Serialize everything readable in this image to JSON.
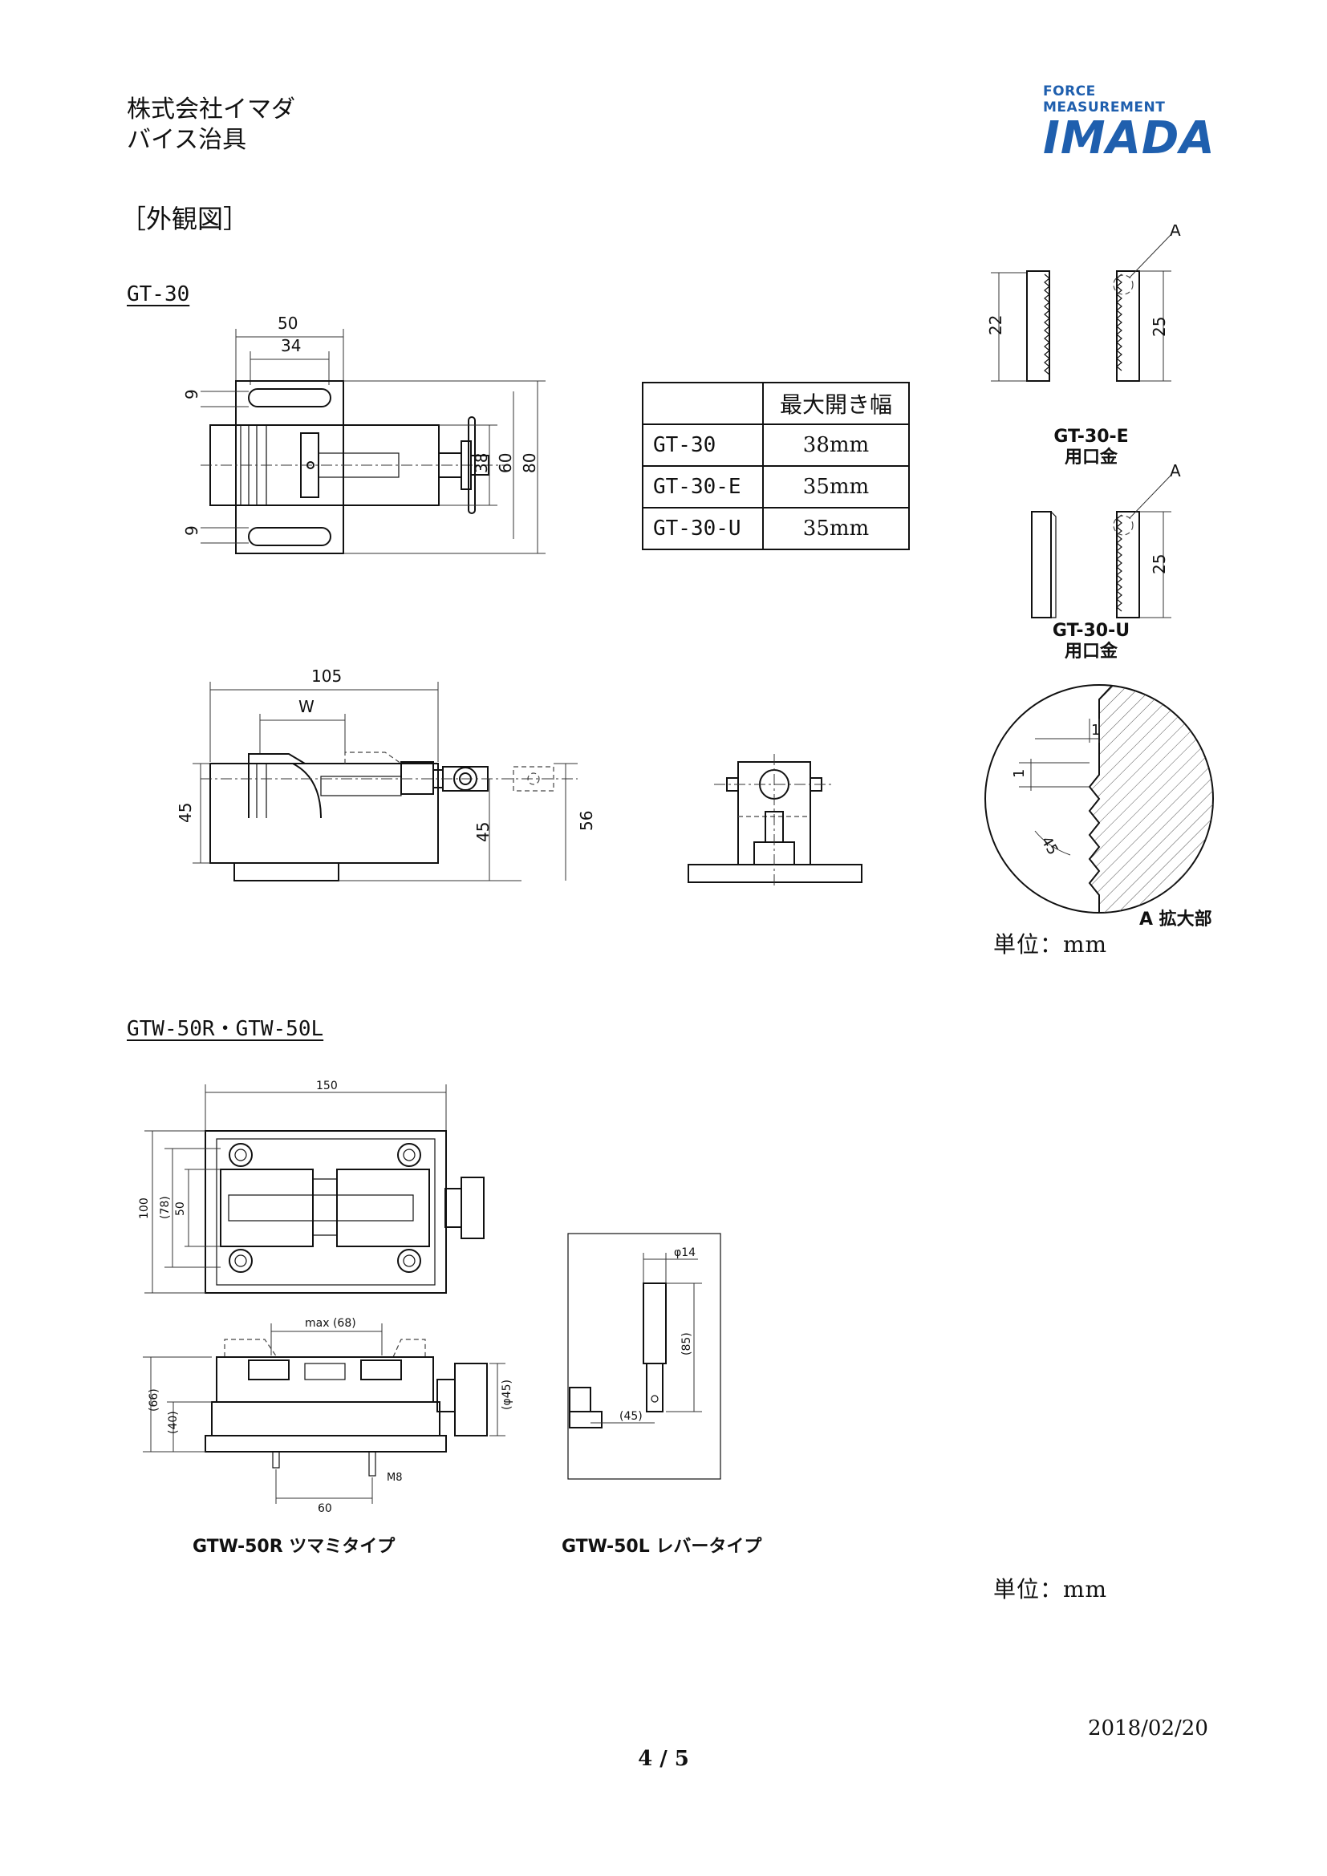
{
  "header": {
    "company": "株式会社イマダ",
    "product": "バイス治具",
    "logo_top": "FORCE MEASUREMENT",
    "logo_main": "IMADA"
  },
  "section_title": "［外観図］",
  "gt30": {
    "label": "GT-30",
    "top_view": {
      "d50": "50",
      "d34": "34",
      "d9a": "9",
      "d9b": "9",
      "d38": "38",
      "d60": "60",
      "d80": "80"
    },
    "side_view": {
      "d105": "105",
      "w": "W",
      "d45a": "45",
      "d45b": "45",
      "d56": "56"
    },
    "table": {
      "header": "最大開き幅",
      "rows": [
        {
          "model": "GT-30",
          "value": "38mm"
        },
        {
          "model": "GT-30-E",
          "value": "35mm"
        },
        {
          "model": "GT-30-U",
          "value": "35mm"
        }
      ]
    },
    "jaw_e": {
      "d22": "22",
      "d25": "25",
      "a": "A",
      "caption1": "GT-30-E",
      "caption2": "用口金"
    },
    "jaw_u": {
      "d25": "25",
      "a": "A",
      "caption1": "GT-30-U",
      "caption2": "用口金"
    },
    "detail": {
      "d1a": "1",
      "d1b": "1",
      "d45": "45",
      "caption": "A 拡大部"
    },
    "unit": "単位：mm"
  },
  "gtw": {
    "label": "GTW-50R・GTW-50L",
    "top_view": {
      "d150": "150",
      "d100": "100",
      "d78": "(78)",
      "d50": "50"
    },
    "front_view": {
      "max": "max (68)",
      "d66": "(66)",
      "d40": "(40)",
      "phi45": "(φ45)",
      "m8": "M8",
      "d60": "60"
    },
    "lever_view": {
      "phi14": "φ14",
      "d85": "(85)",
      "d45": "(45)"
    },
    "caption_r": "GTW-50R ツマミタイプ",
    "caption_l": "GTW-50L レバータイプ",
    "unit": "単位：mm"
  },
  "footer": {
    "date": "2018/02/20",
    "page": "4 / 5"
  },
  "colors": {
    "logo_blue": "#1f5fae"
  }
}
